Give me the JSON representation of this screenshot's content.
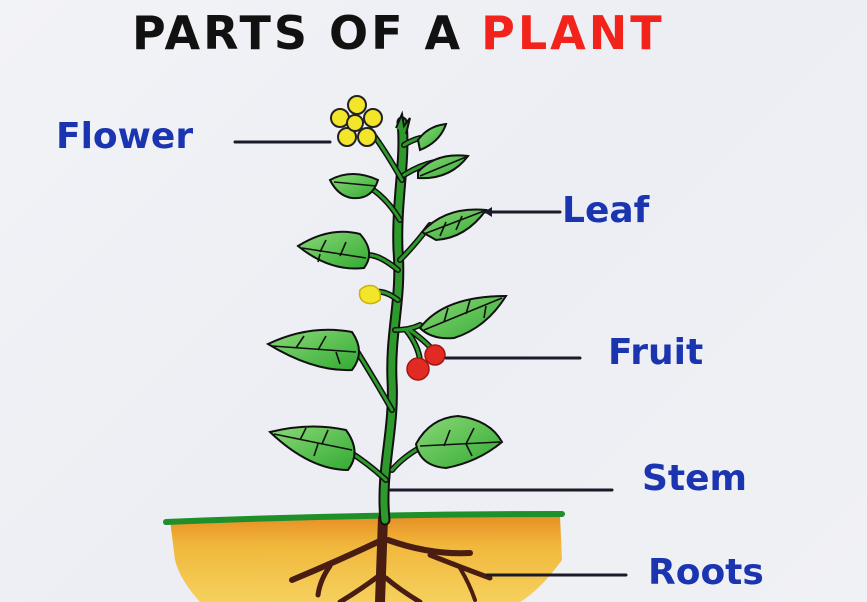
{
  "title": {
    "prefix": "PARTS OF A",
    "accent": "PLANT",
    "prefix_color": "#111111",
    "accent_color": "#f2231b"
  },
  "labels": {
    "flower": "Flower",
    "leaf": "Leaf",
    "fruit": "Fruit",
    "stem": "Stem",
    "roots": "Roots",
    "color": "#1b34b0"
  },
  "colors": {
    "leaf_fill": "#3fb43a",
    "leaf_light": "#7fd36e",
    "stem": "#2e9a2c",
    "flower": "#f3e52a",
    "fruit": "#e02a22",
    "soil_top": "#e8901c",
    "soil": "#f0b830",
    "ground_line": "#1f8f2a",
    "roots": "#4a1d12",
    "pointer_line": "#1a1a2a"
  }
}
